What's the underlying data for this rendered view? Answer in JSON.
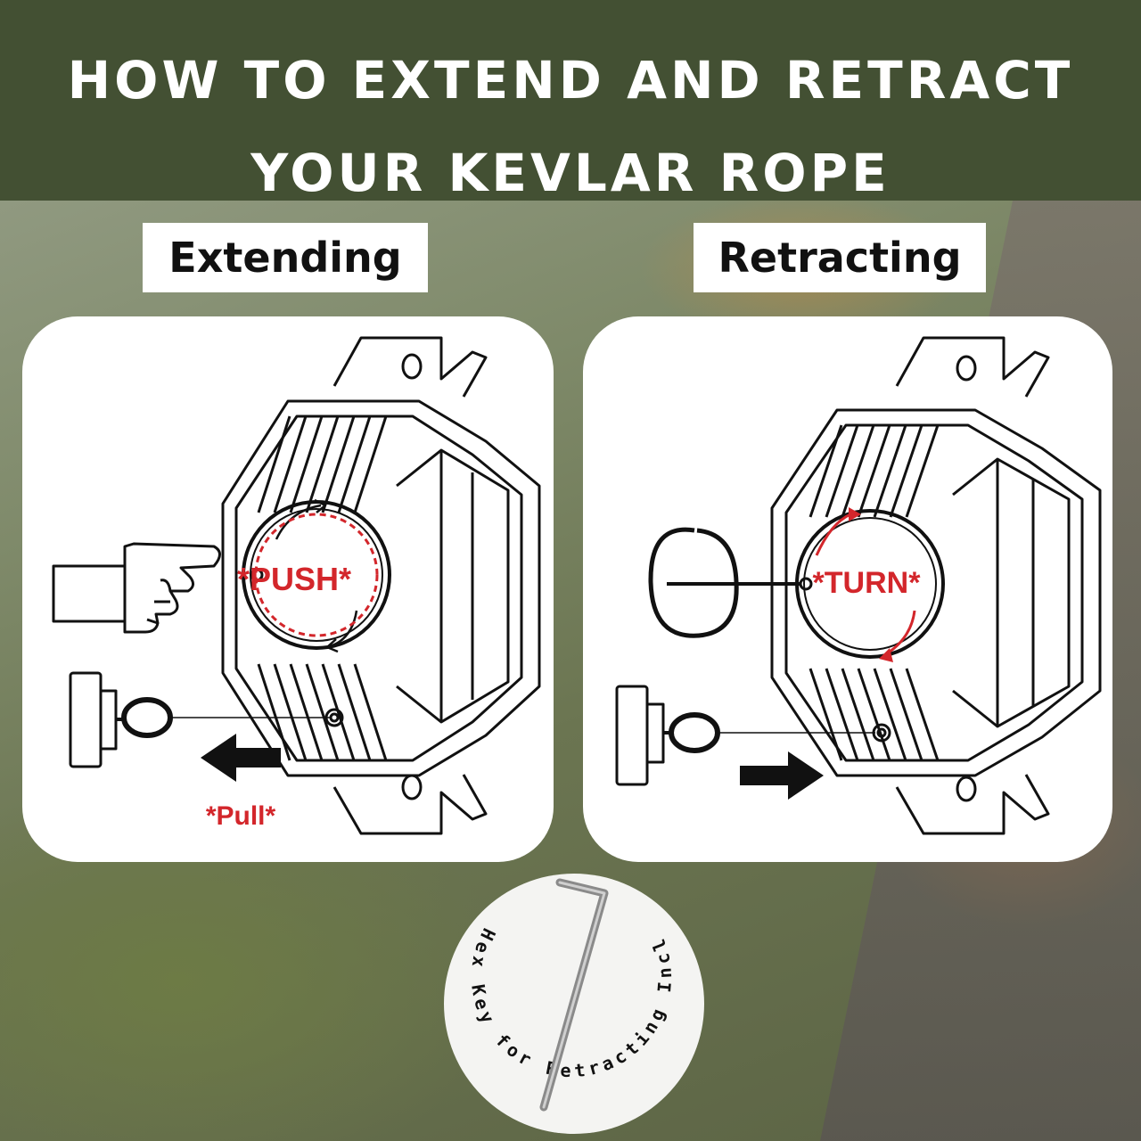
{
  "header": {
    "title_line1": "HOW TO EXTEND AND RETRACT",
    "title_line2": "YOUR KEVLAR ROPE"
  },
  "sections": {
    "extending": {
      "label": "Extending",
      "button_text": "*PUSH*",
      "pull_text": "*Pull*"
    },
    "retracting": {
      "label": "Retracting",
      "button_text": "*TURN*"
    }
  },
  "badge": {
    "text": "Hex Key for Retracting Included"
  },
  "colors": {
    "header_bg": "#435033",
    "accent_red": "#d3262b",
    "panel_bg": "#ffffff"
  }
}
